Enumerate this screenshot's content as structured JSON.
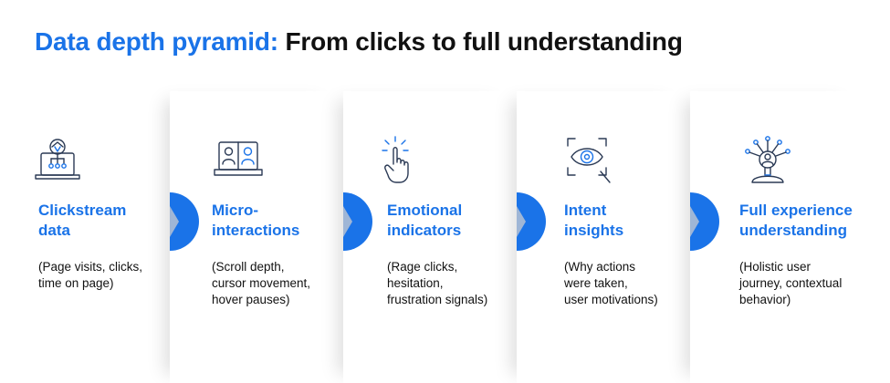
{
  "title": {
    "accent": "Data depth pyramid:",
    "rest": "From clicks to full understanding"
  },
  "colors": {
    "accent": "#1a73e8",
    "text": "#111111",
    "icon": "#2b3a55"
  },
  "steps": [
    {
      "icon": "laptop-network-icon",
      "heading": "Clickstream\ndata",
      "description": "(Page visits, clicks,\ntime on page)"
    },
    {
      "icon": "video-call-laptop-icon",
      "heading": "Micro-\ninteractions",
      "description": "(Scroll depth,\ncursor movement,\nhover pauses)"
    },
    {
      "icon": "tapping-hand-icon",
      "heading": "Emotional\nindicators",
      "description": "(Rage clicks,\nhesitation,\nfrustration signals)"
    },
    {
      "icon": "eye-scan-icon",
      "heading": "Intent\ninsights",
      "description": "(Why actions\nwere taken,\nuser motivations)"
    },
    {
      "icon": "user-network-icon",
      "heading": "Full experience\nunderstanding",
      "description": "(Holistic user\njourney, contextual\nbehavior)"
    }
  ]
}
